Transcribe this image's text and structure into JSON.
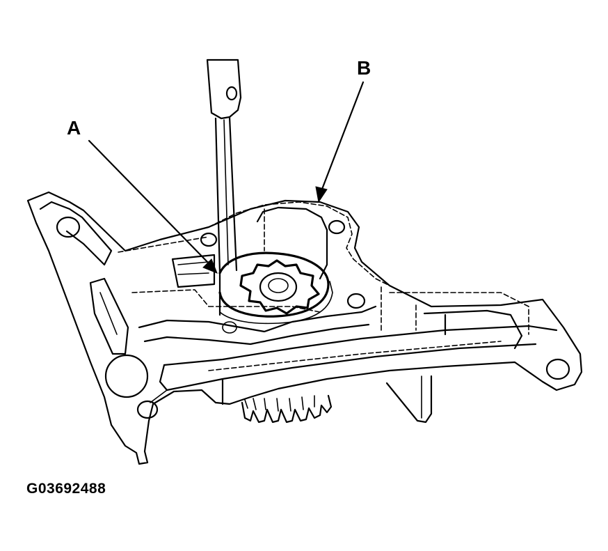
{
  "callouts": {
    "a": "A",
    "b": "B"
  },
  "figure_id": "G03692488"
}
